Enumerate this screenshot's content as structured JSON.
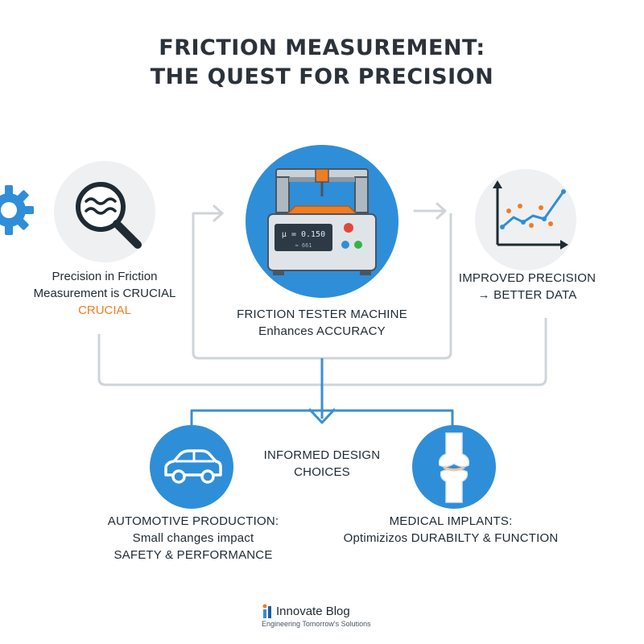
{
  "title": {
    "line1": "FRICTION MEASUREMENT:",
    "line2": "THE QUEST FOR PRECISION"
  },
  "nodes": {
    "precision": {
      "line1": "Precision in Friction",
      "line2": "Measurement is CRUCIAL",
      "line3": "CRUCIAL"
    },
    "tester": {
      "line1": "FRICTION TESTER MACHINE",
      "line2": "Enhances ACCURACY",
      "display": "μ = 0.150",
      "display_sub": "≈ 661"
    },
    "improved": {
      "line1": "IMPROVED PRECISION",
      "line2": "→ BETTER DATA"
    },
    "informed": {
      "line1": "INFORMED DESIGN",
      "line2": "CHOICES"
    },
    "automotive": {
      "line1": "AUTOMOTIVE PRODUCTION:",
      "line2": "Small changes impact",
      "line3": "SAFETY & PERFORMANCE"
    },
    "medical": {
      "line1": "MEDICAL IMPLANTS:",
      "line2": "Optimizizos DURABILTY & FUNCTION"
    }
  },
  "footer": {
    "brand": "Innovate Blog",
    "tagline": "Engineering Tomorrow's Solutions"
  },
  "icons": {
    "gear": "gear-icon",
    "magnifier": "magnifier-icon",
    "machine": "friction-tester-icon",
    "chart": "line-chart-icon",
    "car": "car-icon",
    "joint": "knee-joint-icon"
  },
  "colors": {
    "accent_blue": "#2f8ed8",
    "accent_orange": "#ef7d22",
    "connector_grey": "#cfd4d9",
    "connector_blue": "#3a8fd6",
    "title": "#2b323a"
  }
}
